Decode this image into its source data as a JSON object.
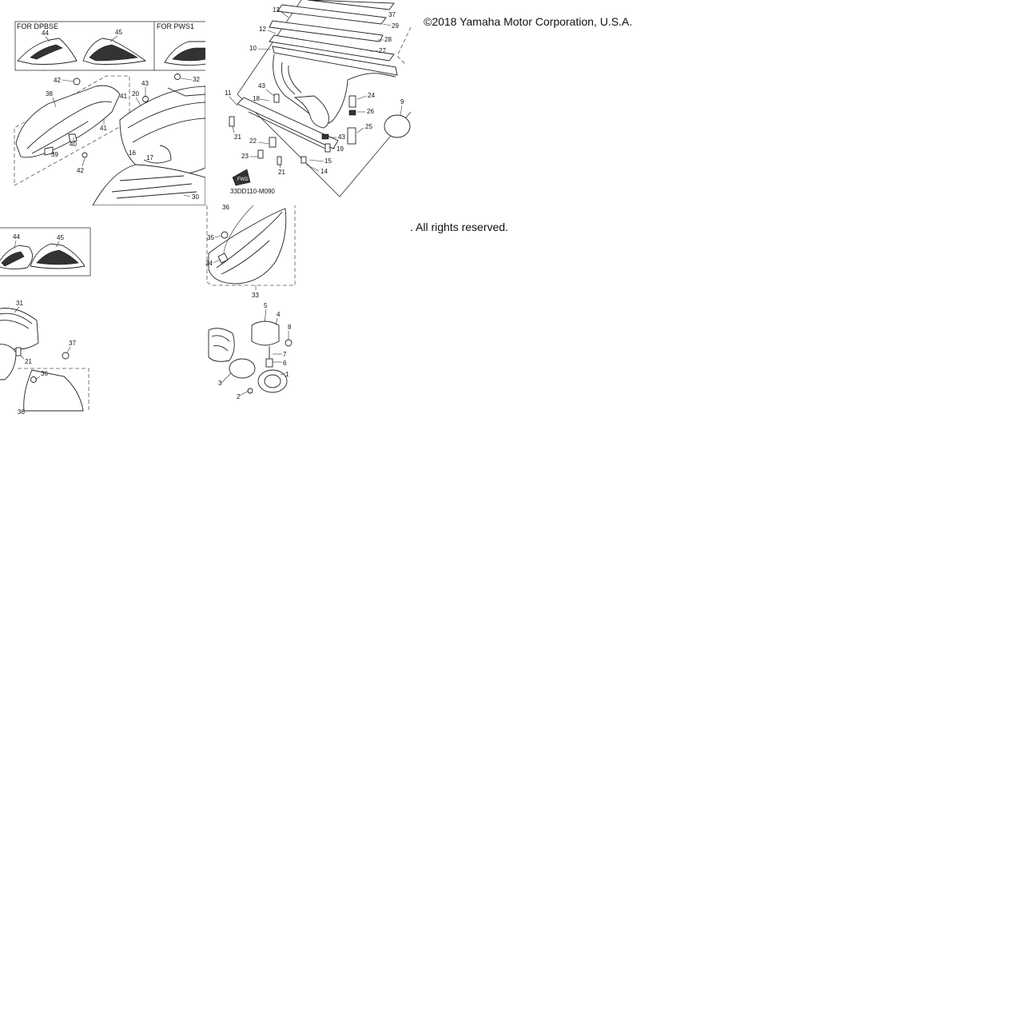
{
  "diagram": {
    "copyright_text": "©2018 Yamaha Motor Corporation, U.S.A.",
    "rights_text": ". All rights reserved.",
    "drawing_code": "33DD110-M090",
    "box_labels": {
      "for_dpbse": "FOR DPBSE",
      "for_pws1": "FOR PWS1"
    },
    "callouts_tile_a": [
      "44",
      "45",
      "42",
      "38",
      "43",
      "20",
      "41",
      "41",
      "40",
      "39",
      "42",
      "16",
      "17",
      "32",
      "30"
    ],
    "callouts_tile_b": [
      "13",
      "12",
      "10",
      "37",
      "29",
      "28",
      "27",
      "11",
      "43",
      "18",
      "24",
      "26",
      "9",
      "25",
      "21",
      "22",
      "23",
      "43",
      "19",
      "15",
      "21",
      "14"
    ],
    "callouts_tile_c": [
      "44",
      "45"
    ],
    "callouts_tile_d": [
      "36",
      "35",
      "34",
      "33"
    ],
    "callouts_tile_e": [
      "31",
      "37",
      "21",
      "36",
      "36"
    ],
    "callouts_tile_f": [
      "5",
      "4",
      "8",
      "7",
      "6",
      "1",
      "3",
      "2"
    ],
    "badge_icon": "fwd-badge-icon"
  }
}
